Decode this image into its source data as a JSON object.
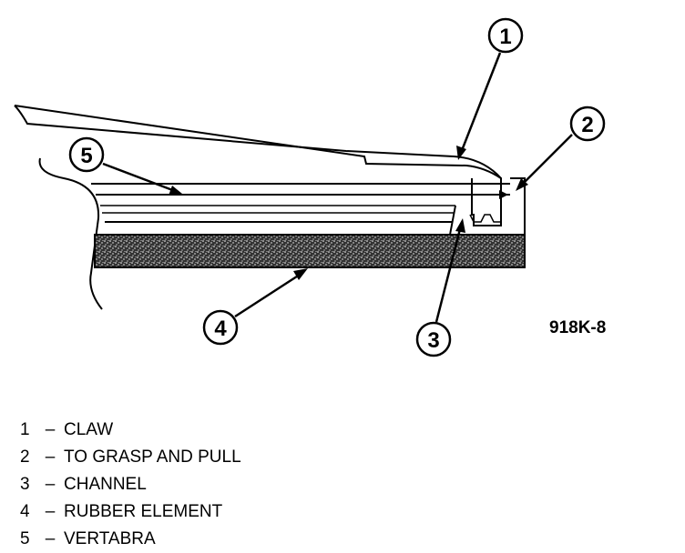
{
  "figure_code": "918K-8",
  "callouts": [
    "1",
    "2",
    "3",
    "4",
    "5"
  ],
  "legend": [
    {
      "num": "1",
      "sep": "–",
      "label": "CLAW"
    },
    {
      "num": "2",
      "sep": "–",
      "label": "TO GRASP AND PULL"
    },
    {
      "num": "3",
      "sep": "–",
      "label": "CHANNEL"
    },
    {
      "num": "4",
      "sep": "–",
      "label": "RUBBER ELEMENT"
    },
    {
      "num": "5",
      "sep": "–",
      "label": "VERTABRA"
    }
  ],
  "colors": {
    "ink": "#000000",
    "background": "#ffffff",
    "rubber_fill": "#555555"
  }
}
